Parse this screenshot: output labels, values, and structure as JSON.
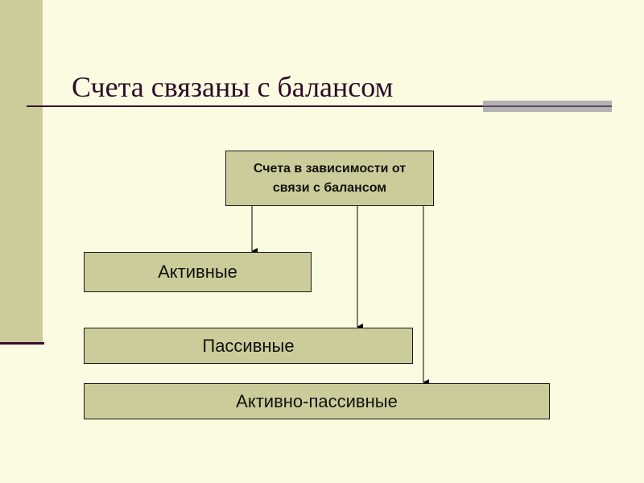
{
  "slide": {
    "title": "Счета связаны с балансом"
  },
  "diagram": {
    "root": "Счета в зависимости от связи с балансом",
    "children": [
      "Активные",
      "Пассивные",
      "Активно-пассивные"
    ]
  },
  "colors": {
    "background": "#FBFBE2",
    "box_fill": "#CCCC9A",
    "side_band": "#CCCC9A",
    "title_text": "#2D0C27",
    "rule": "#3A0E2E",
    "accent_bar": "#B2B2B2"
  }
}
